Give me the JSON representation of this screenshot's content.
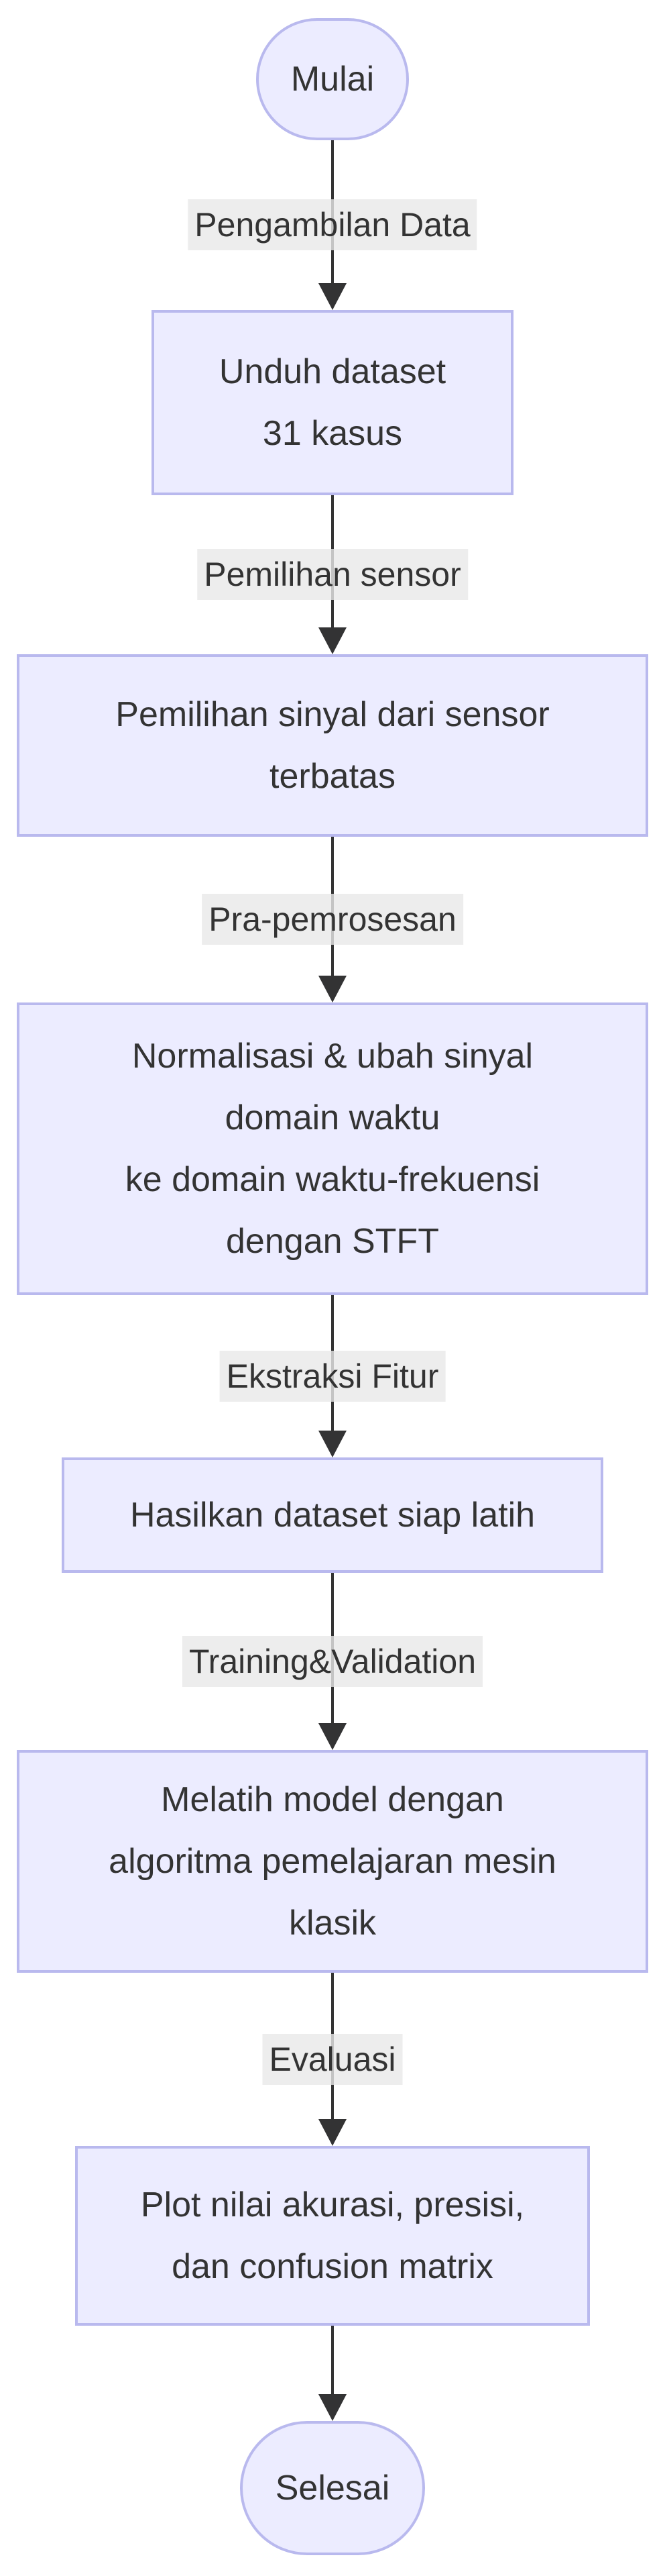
{
  "diagram": {
    "type": "flowchart",
    "direction": "top-down",
    "colors": {
      "node_fill": "#ECECFF",
      "node_border": "#B9B9EE",
      "edge_line": "#333333",
      "edge_label_background": "#e8e8e8",
      "text": "#333333",
      "background": "#ffffff"
    },
    "nodes": [
      {
        "id": "start",
        "shape": "stadium",
        "lines": [
          "Mulai"
        ]
      },
      {
        "id": "unduh-dataset",
        "shape": "rect",
        "lines": [
          "Unduh dataset",
          "31 kasus"
        ]
      },
      {
        "id": "pemilihan-sinyal",
        "shape": "rect",
        "lines": [
          "Pemilihan sinyal dari sensor",
          "terbatas"
        ]
      },
      {
        "id": "normalisasi-stft",
        "shape": "rect",
        "lines": [
          "Normalisasi & ubah sinyal",
          "domain waktu",
          "ke domain waktu-frekuensi",
          "dengan STFT"
        ]
      },
      {
        "id": "dataset-siap",
        "shape": "rect",
        "lines": [
          "Hasilkan dataset siap latih"
        ]
      },
      {
        "id": "melatih-model",
        "shape": "rect",
        "lines": [
          "Melatih model dengan",
          "algoritma pemelajaran mesin",
          "klasik"
        ]
      },
      {
        "id": "plot-evaluasi",
        "shape": "rect",
        "lines": [
          "Plot nilai akurasi, presisi,",
          "dan confusion matrix"
        ]
      },
      {
        "id": "end",
        "shape": "stadium",
        "lines": [
          "Selesai"
        ]
      }
    ],
    "edge_labels": [
      "Pengambilan Data",
      "Pemilihan sensor",
      "Pra-pemrosesan",
      "Ekstraksi Fitur",
      "Training&Validation",
      "Evaluasi"
    ]
  }
}
